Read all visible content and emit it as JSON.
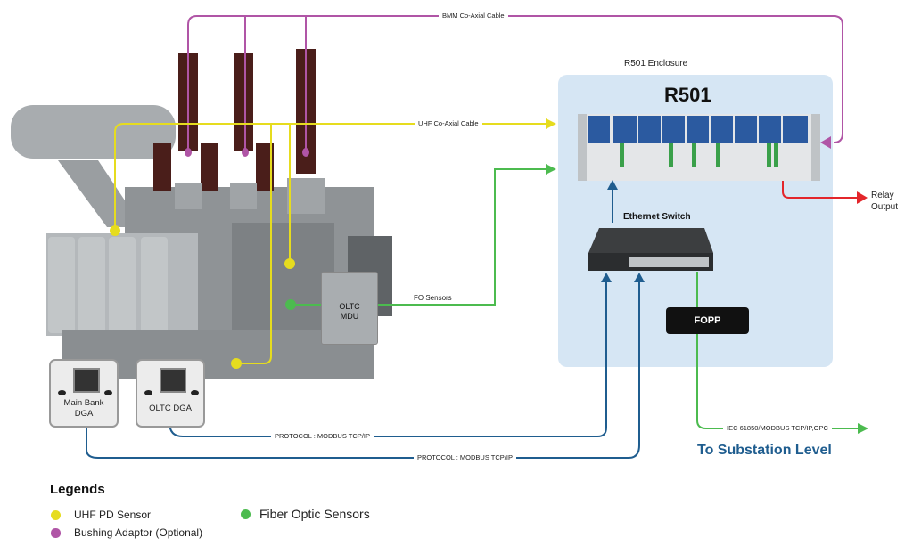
{
  "diagram": {
    "cables": {
      "bmm": "BMM Co-Axial Cable",
      "uhf": "UHF Co-Axial Cable",
      "fo": "FO Sensors",
      "protocol_oltc": "PROTOCOL : MODBUS TCP/IP",
      "protocol_main": "PROTOCOL : MODBUS TCP/IP",
      "substation_protocol": "IEC 61850/MODBUS TCP/IP,OPC"
    },
    "enclosure": {
      "label": "R501 Enclosure",
      "title": "R501",
      "switch_label": "Ethernet Switch",
      "fopp_label": "FOPP"
    },
    "relay_output": [
      "Relay",
      "Output"
    ],
    "substation_label": "To Substation Level",
    "devices": {
      "main_dga": [
        "Main Bank",
        "DGA"
      ],
      "oltc_dga": "OLTC DGA",
      "oltc_mdu": [
        "OLTC",
        "MDU"
      ]
    }
  },
  "colors": {
    "uhf": "#e6dc1e",
    "bushing": "#b055a6",
    "fiber": "#4cbb4f",
    "ethernet": "#1f5d8f",
    "relay": "#e3262b",
    "enclosure_bg": "#d6e6f4"
  },
  "legends": {
    "title": "Legends",
    "items": [
      {
        "label": "UHF PD Sensor",
        "color": "#e6dc1e"
      },
      {
        "label": "Bushing Adaptor (Optional)",
        "color": "#b055a6"
      },
      {
        "label": "Fiber Optic Sensors",
        "color": "#4cbb4f"
      }
    ]
  }
}
